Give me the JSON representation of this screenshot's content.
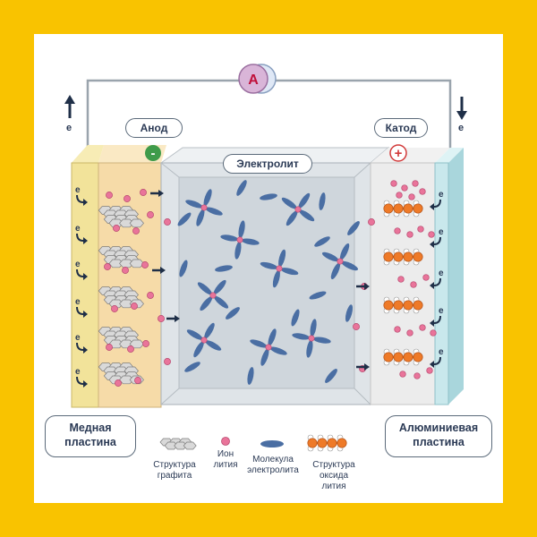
{
  "ammeter": "A",
  "electron": "e",
  "anode_label": "Анод",
  "cathode_label": "Катод",
  "electrolyte_label": "Электролит",
  "minus_sign": "-",
  "plus_sign": "+",
  "copper_plate": {
    "line1": "Медная",
    "line2": "пластина"
  },
  "aluminum_plate": {
    "line1": "Алюминиевая",
    "line2": "пластина"
  },
  "legend": {
    "graphite": {
      "line1": "Структура",
      "line2": "графита"
    },
    "ion": {
      "line1": "Ион",
      "line2": "лития"
    },
    "molecule": {
      "line1": "Молекула",
      "line2": "электролита"
    },
    "oxide": {
      "line1": "Структура",
      "line2": "оксида",
      "line3": "лития"
    }
  },
  "colors": {
    "frame": "#f9c300",
    "copper": "#f2e39a",
    "anode": "#f6dba8",
    "aluminum": "#c9e8ec",
    "ion": "#e9749a",
    "molecule": "#4a6ea3",
    "oxide": "#ee7a28"
  }
}
